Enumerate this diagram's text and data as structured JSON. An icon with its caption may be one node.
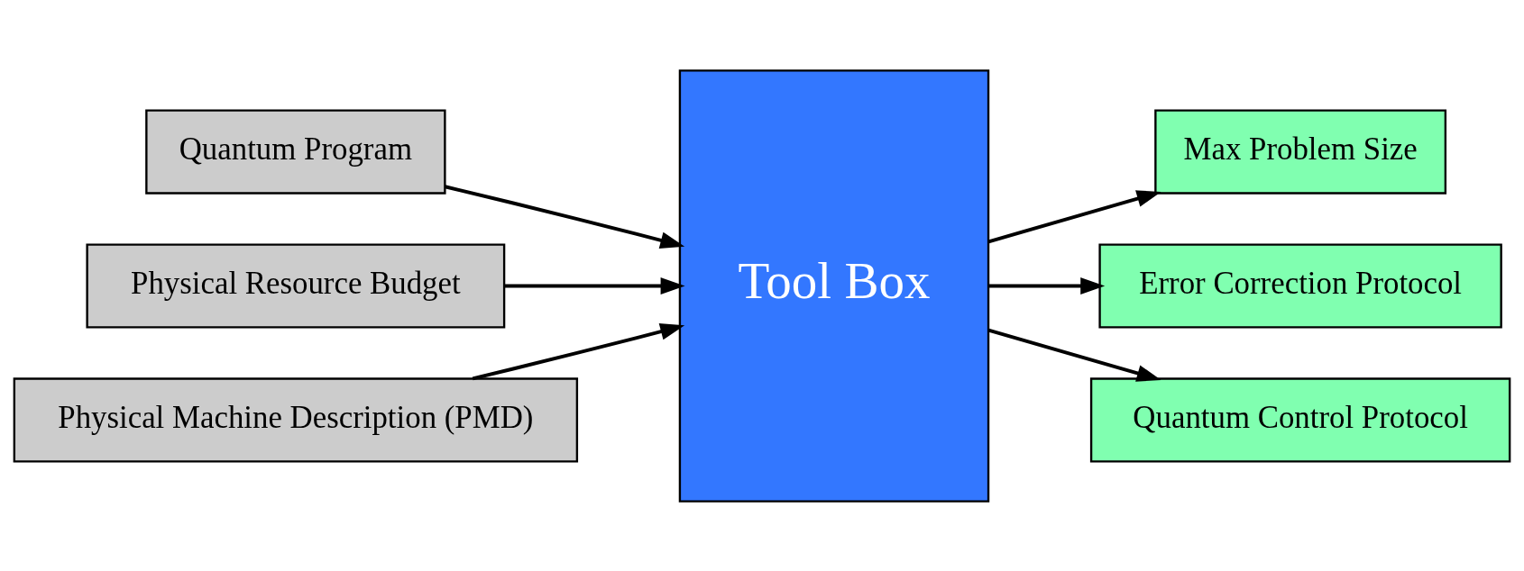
{
  "diagram": {
    "nodes": [
      {
        "text": [
          "Quantum Program"
        ]
      },
      {
        "text": [
          "Physical Resource Budget"
        ]
      },
      {
        "text": [
          "Physical Machine Description (PMD)"
        ]
      },
      {
        "text": [
          "Tool Box"
        ]
      },
      {
        "text": [
          "Max Problem Size"
        ]
      },
      {
        "text": [
          "Error Correction Protocol"
        ]
      },
      {
        "text": [
          "Quantum Control Protocol"
        ]
      }
    ],
    "edges": [
      {
        "from": 0,
        "to": 3,
        "arrow": "to"
      },
      {
        "from": 1,
        "to": 3,
        "arrow": "to"
      },
      {
        "from": 2,
        "to": 3,
        "arrow": "to"
      },
      {
        "from": 3,
        "to": 4,
        "arrow": "to"
      },
      {
        "from": 3,
        "to": 5,
        "arrow": "to"
      },
      {
        "from": 3,
        "to": 6,
        "arrow": "to"
      }
    ]
  }
}
